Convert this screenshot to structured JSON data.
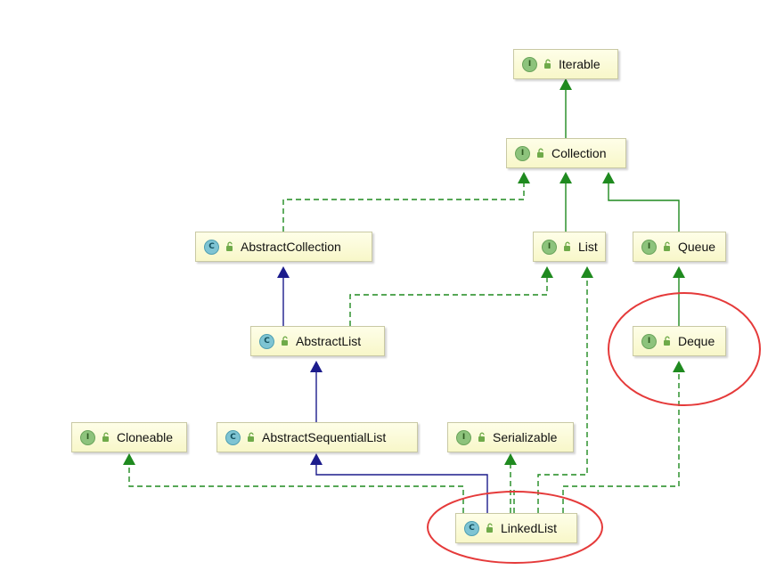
{
  "nodes": [
    {
      "id": "iterable",
      "label": "Iterable",
      "kind": "I"
    },
    {
      "id": "collection",
      "label": "Collection",
      "kind": "I"
    },
    {
      "id": "abstractcollection",
      "label": "AbstractCollection",
      "kind": "C"
    },
    {
      "id": "list",
      "label": "List",
      "kind": "I"
    },
    {
      "id": "queue",
      "label": "Queue",
      "kind": "I"
    },
    {
      "id": "abstractlist",
      "label": "AbstractList",
      "kind": "C"
    },
    {
      "id": "deque",
      "label": "Deque",
      "kind": "I"
    },
    {
      "id": "cloneable",
      "label": "Cloneable",
      "kind": "I"
    },
    {
      "id": "abstractsequentiallist",
      "label": "AbstractSequentialList",
      "kind": "C"
    },
    {
      "id": "serializable",
      "label": "Serializable",
      "kind": "I"
    },
    {
      "id": "linkedlist",
      "label": "LinkedList",
      "kind": "C"
    }
  ],
  "edges": [
    {
      "from": "collection",
      "to": "iterable",
      "type": "extends-interface"
    },
    {
      "from": "abstractcollection",
      "to": "collection",
      "type": "implements"
    },
    {
      "from": "list",
      "to": "collection",
      "type": "extends-interface"
    },
    {
      "from": "queue",
      "to": "collection",
      "type": "extends-interface"
    },
    {
      "from": "abstractlist",
      "to": "abstractcollection",
      "type": "extends-class"
    },
    {
      "from": "abstractlist",
      "to": "list",
      "type": "implements"
    },
    {
      "from": "deque",
      "to": "queue",
      "type": "extends-interface"
    },
    {
      "from": "abstractsequentiallist",
      "to": "abstractlist",
      "type": "extends-class"
    },
    {
      "from": "linkedlist",
      "to": "abstractsequentiallist",
      "type": "extends-class"
    },
    {
      "from": "linkedlist",
      "to": "cloneable",
      "type": "implements"
    },
    {
      "from": "linkedlist",
      "to": "serializable",
      "type": "implements"
    },
    {
      "from": "linkedlist",
      "to": "list",
      "type": "implements"
    },
    {
      "from": "linkedlist",
      "to": "deque",
      "type": "implements"
    }
  ],
  "highlighted": [
    "deque",
    "linkedlist"
  ],
  "colors": {
    "interface_edge": "#1f8a1f",
    "class_edge": "#1c1c8c",
    "highlight": "#e53a3a",
    "node_fill": "#fafad2",
    "interface_badge": "#8dc37c",
    "class_badge": "#7ec4d3"
  }
}
